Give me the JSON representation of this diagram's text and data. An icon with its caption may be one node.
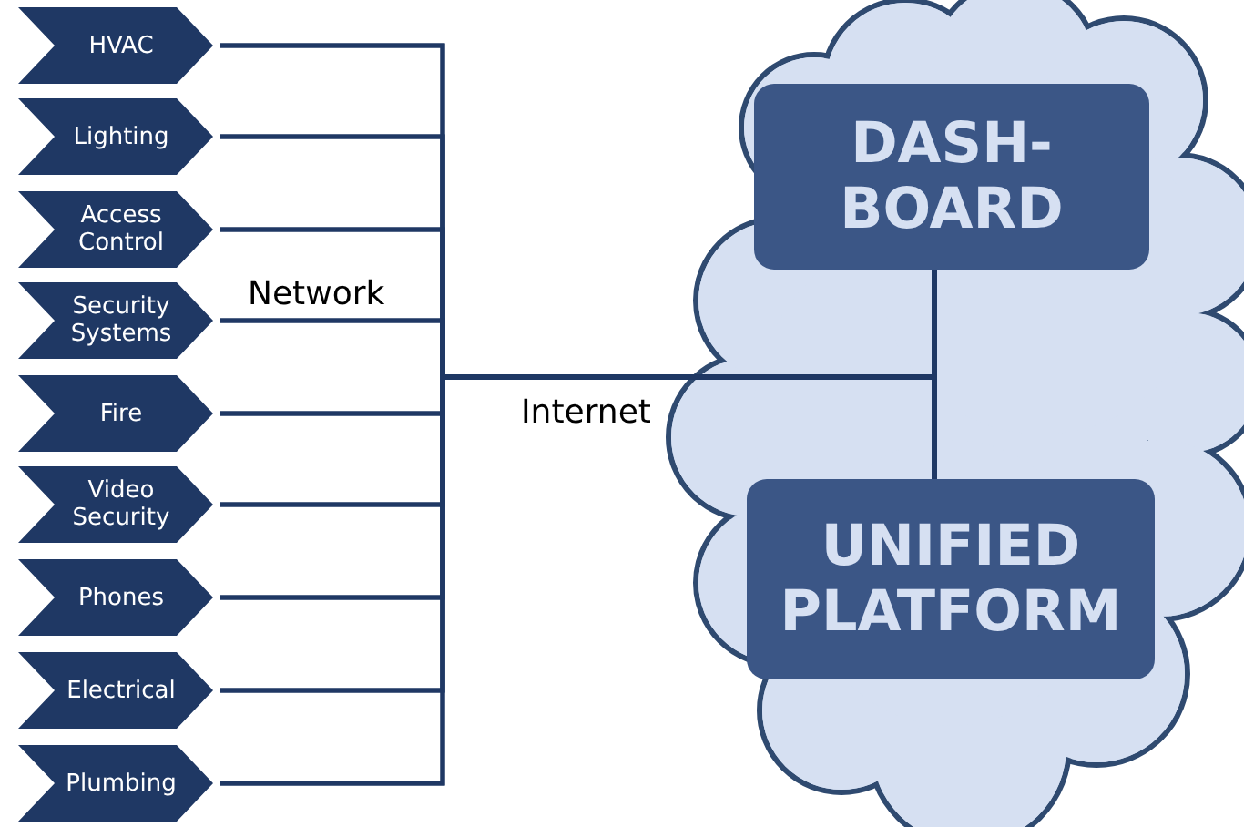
{
  "diagram": {
    "nodes": [
      {
        "text": [
          "HVAC"
        ]
      },
      {
        "text": [
          "Lighting"
        ]
      },
      {
        "text": [
          "Access Control"
        ]
      },
      {
        "text": [
          "Security Systems"
        ]
      },
      {
        "text": [
          "Fire"
        ]
      },
      {
        "text": [
          "Video Security"
        ]
      },
      {
        "text": [
          "Phones"
        ]
      },
      {
        "text": [
          "Electrical"
        ]
      },
      {
        "text": [
          "Plumbing"
        ]
      },
      {
        "text": [],
        "shape": "cloud"
      },
      {
        "text": [
          "DASH- BOARD"
        ],
        "in": 9
      },
      {
        "text": [
          "UNIFIED PLATFORM"
        ],
        "in": 9
      }
    ],
    "edges": [
      {
        "from": 0,
        "to": 10,
        "arrow": "none"
      },
      {
        "from": 0,
        "to": 11,
        "arrow": "none"
      },
      {
        "from": 1,
        "to": 10,
        "arrow": "none"
      },
      {
        "from": 1,
        "to": 11,
        "arrow": "none"
      },
      {
        "from": 2,
        "to": 10,
        "arrow": "none"
      },
      {
        "from": 2,
        "to": 11,
        "arrow": "none"
      },
      {
        "from": 3,
        "to": 10,
        "arrow": "none"
      },
      {
        "from": 3,
        "to": 11,
        "arrow": "none"
      },
      {
        "from": 4,
        "to": 10,
        "arrow": "none"
      },
      {
        "from": 4,
        "to": 11,
        "arrow": "none"
      },
      {
        "from": 5,
        "to": 10,
        "arrow": "none"
      },
      {
        "from": 5,
        "to": 11,
        "arrow": "none"
      },
      {
        "from": 6,
        "to": 10,
        "arrow": "none"
      },
      {
        "from": 6,
        "to": 11,
        "arrow": "none"
      },
      {
        "from": 7,
        "to": 10,
        "arrow": "none"
      },
      {
        "from": 7,
        "to": 11,
        "arrow": "none"
      },
      {
        "from": 8,
        "to": 10,
        "arrow": "none"
      },
      {
        "from": 8,
        "to": 11,
        "arrow": "none"
      }
    ],
    "labels": [
      "Network",
      "Internet"
    ]
  }
}
